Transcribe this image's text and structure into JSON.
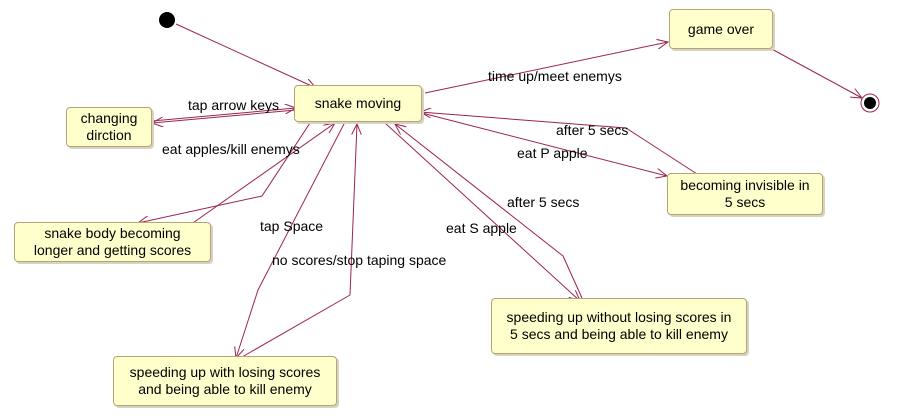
{
  "diagram": {
    "colors": {
      "edge": "#9c2450",
      "state_fill": "#ffffcc",
      "state_border": "#b5a47a"
    },
    "states": {
      "snake_moving": "snake moving",
      "changing_direction": "changing\ndirction",
      "body_longer": "snake body becoming\nlonger and getting scores",
      "speed_losing": "speeding up with losing scores\nand being able to kill enemy",
      "speed_nolosing": "speeding up without losing scores in\n5 secs and being able to kill enemy",
      "invisible": "becoming invisible in\n5 secs",
      "game_over": "game over"
    },
    "transitions": {
      "tap_arrow": "tap arrow keys",
      "eat_apples": "eat apples/kill enemys",
      "tap_space": "tap Space",
      "no_scores": "no scores/stop taping space",
      "eat_s": "eat S apple",
      "after_5_s": "after 5 secs",
      "eat_p": "eat P apple",
      "after_5_p": "after 5 secs",
      "time_up": "time up/meet enemys"
    }
  }
}
